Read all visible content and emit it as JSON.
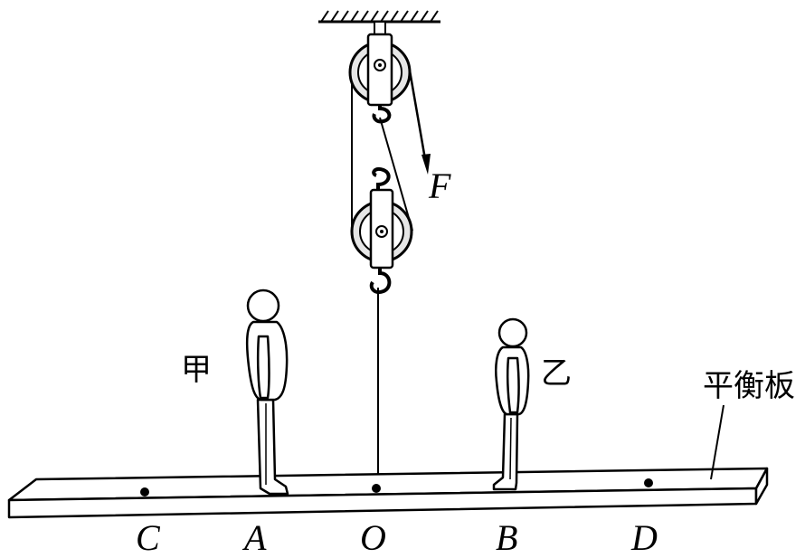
{
  "labels": {
    "force": "F",
    "person_left": "甲",
    "person_right": "乙",
    "board": "平衡板",
    "points": {
      "C": "C",
      "A": "A",
      "O": "O",
      "B": "B",
      "D": "D"
    }
  },
  "colors": {
    "ink": "#000000",
    "pulley_fill": "#e6e6e6",
    "background": "#ffffff"
  }
}
